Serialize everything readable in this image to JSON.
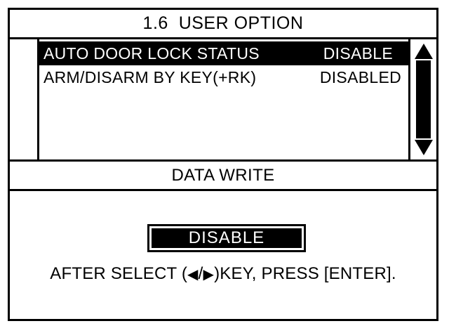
{
  "screen": {
    "title": "1.6  USER OPTION",
    "colors": {
      "background": "#ffffff",
      "foreground": "#000000",
      "highlight_bg": "#000000",
      "highlight_fg": "#ffffff"
    }
  },
  "list": {
    "rows": [
      {
        "label": "AUTO DOOR LOCK STATUS",
        "value": "DISABLE",
        "selected": true
      },
      {
        "label": "ARM/DISARM BY KEY(+RK)",
        "value": "DISABLED",
        "selected": false
      }
    ],
    "scrollbar": {
      "up_icon": "triangle-up-icon",
      "down_icon": "triangle-down-icon"
    }
  },
  "band": {
    "label": "DATA WRITE"
  },
  "action": {
    "selected_value": "DISABLE",
    "hint_prefix": "AFTER SELECT (",
    "hint_left_arrow": "◀",
    "hint_separator": "/",
    "hint_right_arrow": "▶",
    "hint_suffix": ")KEY, PRESS [ENTER]."
  }
}
